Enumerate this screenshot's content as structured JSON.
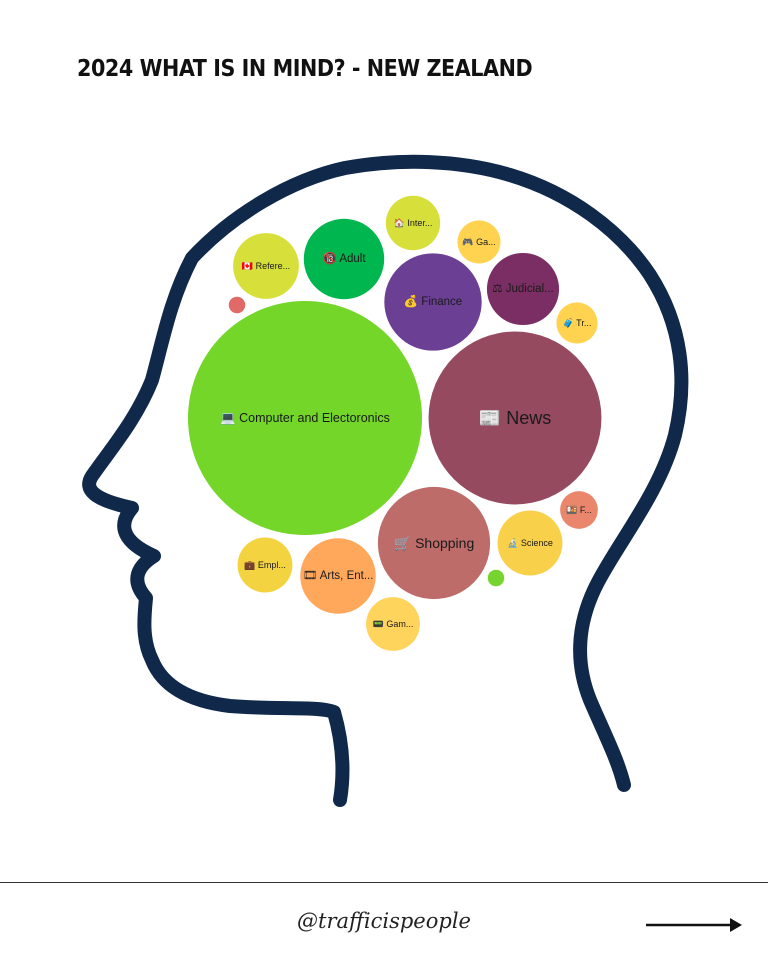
{
  "title": "2024 WHAT IS IN MIND? - NEW ZEALAND",
  "footer": {
    "handle": "@trafficispeople"
  },
  "icons": {
    "next": "arrow-right-icon",
    "head": "head-silhouette-icon"
  },
  "colors": {
    "head_outline": "#10284a",
    "text": "#111111"
  },
  "chart_data": {
    "type": "bubble",
    "title": "2024 WHAT IS IN MIND? - NEW ZEALAND",
    "bubbles": [
      {
        "name": "Computer and Electoronics",
        "label": "💻 Computer and Electoronics",
        "icon": "laptop-icon",
        "color": "#73d629",
        "weight": 1.0
      },
      {
        "name": "News",
        "label": "📰 News",
        "icon": "newspaper-icon",
        "color": "#964a60",
        "weight": 0.546
      },
      {
        "name": "Shopping",
        "label": "🛒 Shopping",
        "icon": "shopping-cart-icon",
        "color": "#bd6c6a",
        "weight": 0.23
      },
      {
        "name": "Finance",
        "label": "💰 Finance",
        "icon": "money-bag-icon",
        "color": "#6b3f94",
        "weight": 0.173
      },
      {
        "name": "Adult",
        "label": "🔞 Adult",
        "icon": "adult-icon",
        "color": "#00b64e",
        "weight": 0.118
      },
      {
        "name": "Arts, Ent...",
        "label": "🎞 Arts, Ent...",
        "icon": "film-icon",
        "color": "#ffa85c",
        "weight": 0.104
      },
      {
        "name": "Science",
        "label": "🔬 Science",
        "icon": "microscope-icon",
        "color": "#f9d04a",
        "weight": 0.077
      },
      {
        "name": "Judicial...",
        "label": "⚖ Judicial...",
        "icon": "scales-icon",
        "color": "#7a2e63",
        "weight": 0.095
      },
      {
        "name": "Refere...",
        "label": "🇨🇦 Refere...",
        "icon": "flag-icon",
        "color": "#d7e03a",
        "weight": 0.079
      },
      {
        "name": "Inter...",
        "label": "🏠 Inter...",
        "icon": "house-icon",
        "color": "#d7e03a",
        "weight": 0.054
      },
      {
        "name": "Empl...",
        "label": "💼 Empl...",
        "icon": "briefcase-icon",
        "color": "#f4d341",
        "weight": 0.055
      },
      {
        "name": "Gam...",
        "label": "📟 Gam...",
        "icon": "pager-icon",
        "color": "#ffd45c",
        "weight": 0.053
      },
      {
        "name": "Ga...",
        "label": "🎮 Ga...",
        "icon": "game-controller-icon",
        "color": "#ffd34f",
        "weight": 0.034
      },
      {
        "name": "Tr...",
        "label": "🧳 Tr...",
        "icon": "luggage-icon",
        "color": "#ffd34f",
        "weight": 0.031
      },
      {
        "name": "F...",
        "label": "🍱 F...",
        "icon": "food-icon",
        "color": "#e9866b",
        "weight": 0.026
      },
      {
        "name": "",
        "label": "",
        "icon": "",
        "color": "#e06a67",
        "weight": 0.005
      },
      {
        "name": "",
        "label": "",
        "icon": "",
        "color": "#77d42e",
        "weight": 0.005
      }
    ]
  }
}
